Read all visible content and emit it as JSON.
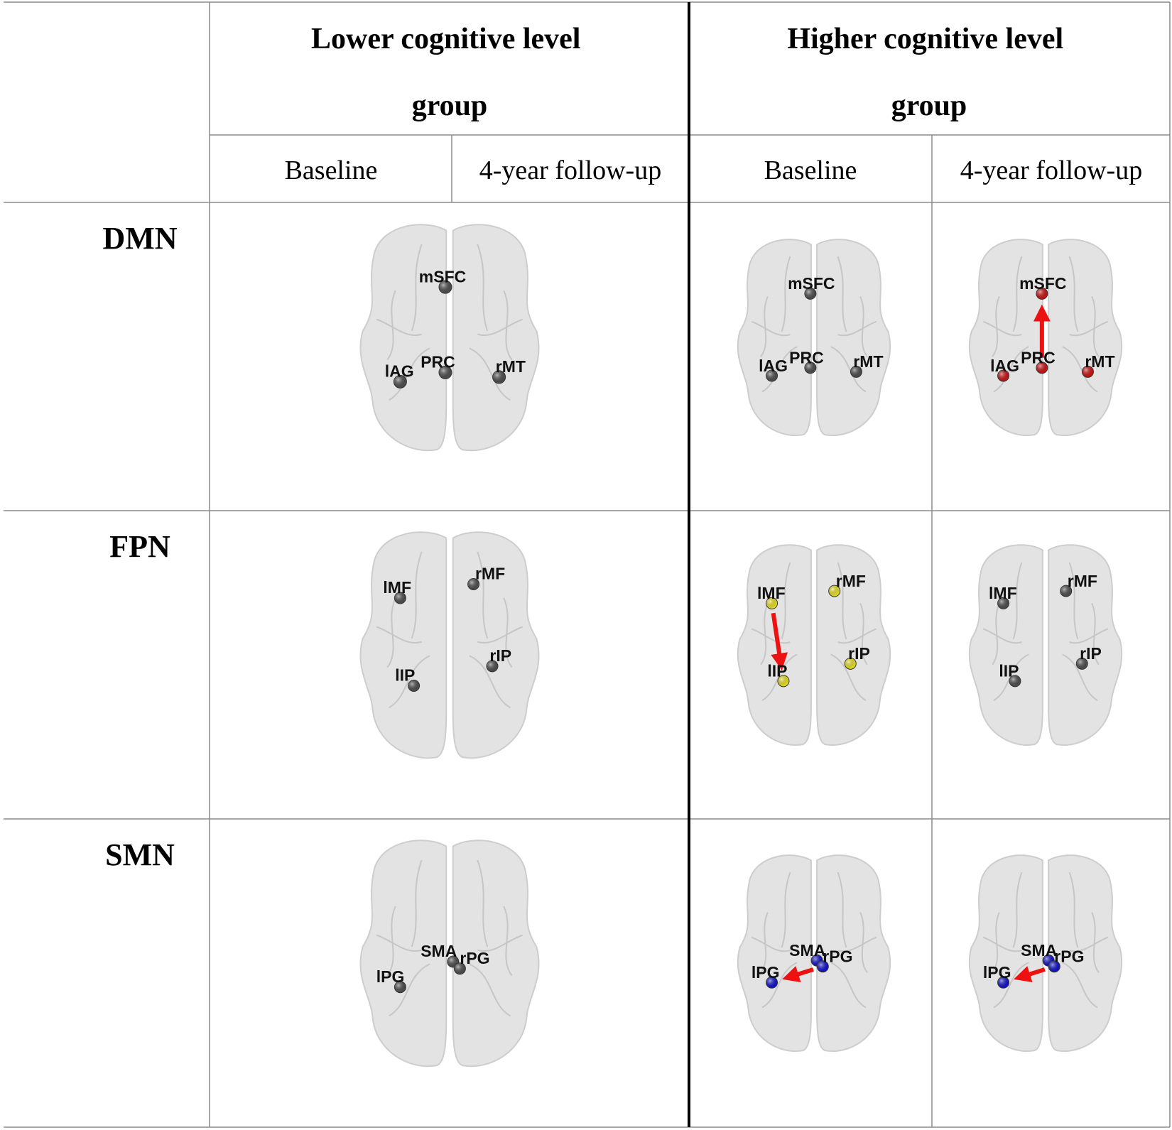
{
  "header": {
    "groups": [
      "Lower cognitive level group",
      "Higher cognitive level group"
    ],
    "timepoints": [
      "Baseline",
      "4-year follow-up",
      "Baseline",
      "4-year follow-up"
    ]
  },
  "rows": [
    {
      "label": "DMN",
      "nodes": [
        "mSFC",
        "lAG",
        "PRC",
        "rMT"
      ],
      "panels": [
        {
          "color": "#4d4d4d",
          "arrow": null
        },
        {
          "color": "#4d4d4d",
          "arrow": null
        },
        {
          "color": "#cc1111",
          "arrow": {
            "from": "PRC",
            "to": "mSFC"
          }
        }
      ]
    },
    {
      "label": "FPN",
      "nodes": [
        "lMF",
        "rMF",
        "lIP",
        "rIP"
      ],
      "panels": [
        {
          "color": "#4d4d4d",
          "arrow": null
        },
        {
          "color": "#e8e020",
          "arrow": {
            "from": "lMF",
            "to": "lIP"
          }
        },
        {
          "color": "#4d4d4d",
          "arrow": null
        }
      ]
    },
    {
      "label": "SMN",
      "nodes": [
        "SMA",
        "rPG",
        "lPG"
      ],
      "panels": [
        {
          "color": "#4d4d4d",
          "arrow": null
        },
        {
          "color": "#1111cc",
          "arrow": {
            "from": "rPG",
            "to": "lPG"
          }
        },
        {
          "color": "#1111cc",
          "arrow": {
            "from": "rPG",
            "to": "lPG"
          }
        }
      ]
    }
  ],
  "colors": {
    "gray_node": "#4d4d4d",
    "dmn_node": "#cc1111",
    "fpn_node": "#e8e020",
    "smn_node": "#1111cc",
    "arrow": "#ee1111",
    "brain": "#e3e3e3"
  }
}
